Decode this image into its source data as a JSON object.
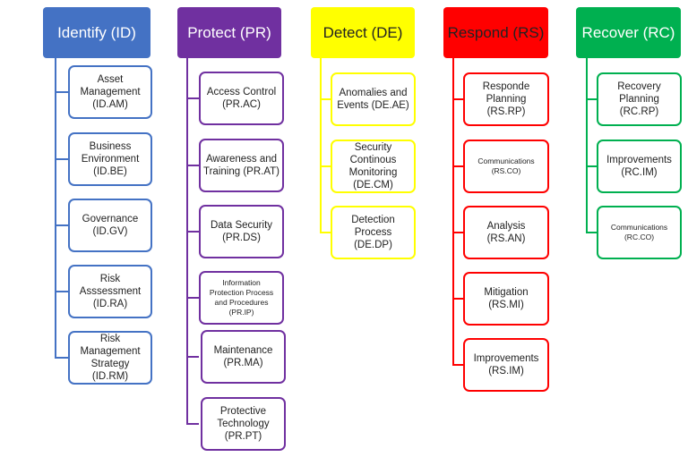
{
  "colors": {
    "identify": "#4472C4",
    "protect": "#7030A0",
    "detect": "#FFFF00",
    "respond": "#FF0000",
    "recover": "#00B050"
  },
  "identify": {
    "title": "Identify (ID)",
    "items": [
      "Asset\nManagement\n(ID.AM)",
      "Business\nEnvironment\n(ID.BE)",
      "Governance\n(ID.GV)",
      "Risk\nAsssessment\n(ID.RA)",
      "Risk\nManagement\nStrategy\n(ID.RM)"
    ]
  },
  "protect": {
    "title": "Protect (PR)",
    "items": [
      "Access Control\n(PR.AC)",
      "Awareness and\nTraining (PR.AT)",
      "Data Security\n(PR.DS)",
      "Information\nProtection Process\nand Procedures\n(PR.IP)",
      "Maintenance\n(PR.MA)",
      "Protective\nTechnology\n(PR.PT)"
    ]
  },
  "detect": {
    "title": "Detect (DE)",
    "items": [
      "Anomalies and\nEvents (DE.AE)",
      "Security\nContinous\nMonitoring\n(DE.CM)",
      "Detection\nProcess (DE.DP)"
    ]
  },
  "respond": {
    "title": "Respond (RS)",
    "items": [
      "Responde\nPlanning (RS.RP)",
      "Communications\n(RS.CO)",
      "Analysis (RS.AN)",
      "Mitigation\n(RS.MI)",
      "Improvements\n(RS.IM)"
    ]
  },
  "recover": {
    "title": "Recover (RC)",
    "items": [
      "Recovery\nPlanning\n(RC.RP)",
      "Improvements\n(RC.IM)",
      "Communications\n(RC.CO)"
    ]
  }
}
